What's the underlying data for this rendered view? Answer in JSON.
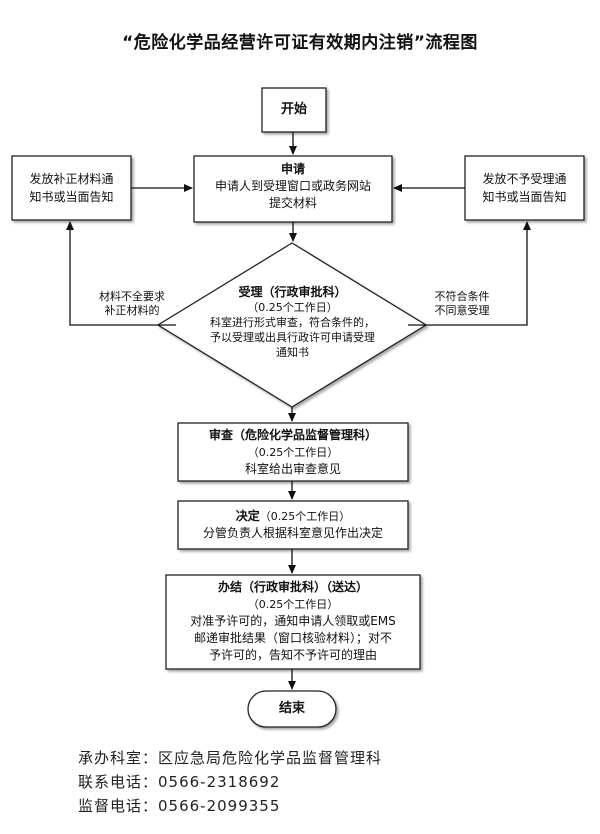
{
  "title": "“危险化学品经营许可证有效期内注销”流程图",
  "start": "开始",
  "end": "结束",
  "apply": {
    "heading": "申请",
    "line1": "申请人到受理窗口或政务网站",
    "line2": "提交材料"
  },
  "left_notice": {
    "line1": "发放补正材料通",
    "line2": "知书或当面告知"
  },
  "right_notice": {
    "line1": "发放不予受理通",
    "line2": "知书或当面告知"
  },
  "accept": {
    "heading": "受理（行政审批科）",
    "days": "（0.25个工作日）",
    "line1": "科室进行形式审查，符合条件的，",
    "line2": "予以受理或出具行政许可申请受理",
    "line3": "通知书"
  },
  "left_condition": {
    "line1": "材料不全要求",
    "line2": "补正材料的"
  },
  "right_condition": {
    "line1": "不符合条件",
    "line2": "不同意受理"
  },
  "review": {
    "heading": "审查（危险化学品监督管理科）",
    "days": "（0.25个工作日）",
    "line1": "科室给出审查意见"
  },
  "decide": {
    "heading": "决定",
    "days": "（0.25个工作日）",
    "line1": "分管负责人根据科室意见作出决定"
  },
  "finish": {
    "heading": "办结（行政审批科）（送达）",
    "days": "（0.25个工作日）",
    "line1": "对准予许可的，通知申请人领取或EMS",
    "line2": "邮递审批结果（窗口核验材料）；对不",
    "line3": "予许可的，告知不予许可的理由"
  },
  "footer": {
    "dept": "承办科室：区应急局危险化学品监督管理科",
    "phone": "联系电话：0566-2318692",
    "supervise": "监督电话：0566-2099355"
  }
}
